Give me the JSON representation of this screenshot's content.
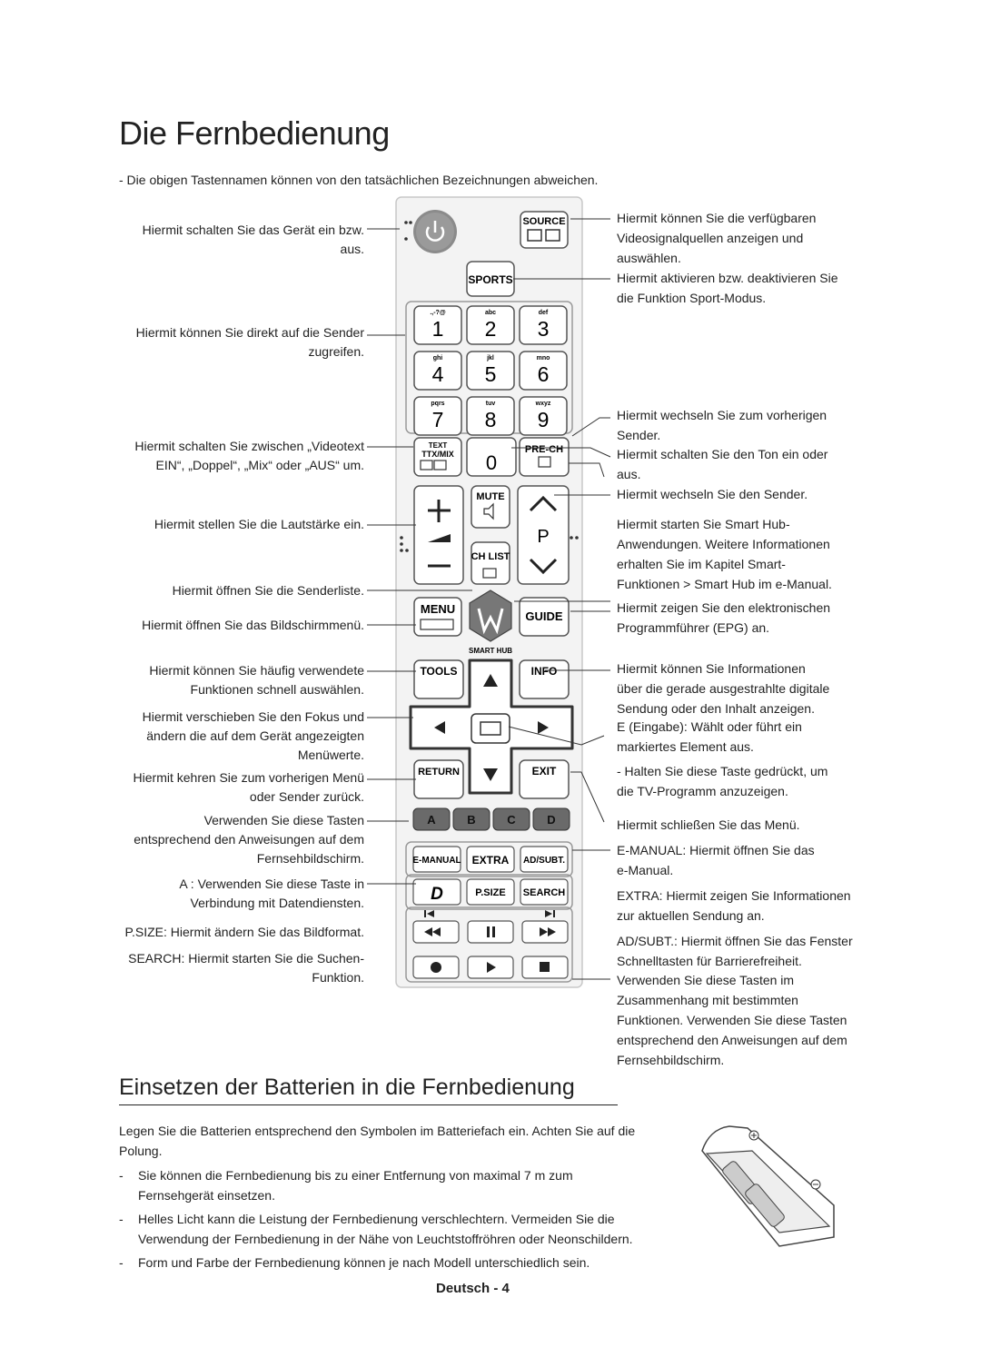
{
  "title": "Die Fernbedienung",
  "intro_note": "-   Die obigen Tastennamen können von den tatsächlichen Bezeichnungen abweichen.",
  "left_labels": [
    {
      "lines": [
        "Hiermit schalten Sie das Gerät ein bzw.",
        "aus."
      ]
    },
    {
      "lines": [
        "Hiermit können Sie direkt auf die Sender",
        "zugreifen."
      ]
    },
    {
      "lines": [
        "Hiermit schalten Sie zwischen „Videotext",
        "EIN“, „Doppel“, „Mix“ oder „AUS“ um."
      ]
    },
    {
      "lines": [
        "Hiermit stellen Sie die Lautstärke ein."
      ]
    },
    {
      "lines": [
        "Hiermit öffnen Sie die Senderliste."
      ]
    },
    {
      "lines": [
        "Hiermit öffnen Sie das Bildschirmmenü."
      ]
    },
    {
      "lines": [
        "Hiermit können Sie häufig verwendete",
        "Funktionen schnell auswählen."
      ]
    },
    {
      "lines": [
        "Hiermit verschieben Sie den Fokus und",
        "ändern die auf dem Gerät angezeigten",
        "Menüwerte."
      ]
    },
    {
      "lines": [
        "Hiermit kehren Sie zum vorherigen Menü",
        "oder Sender zurück."
      ]
    },
    {
      "lines": [
        "Verwenden Sie diese Tasten",
        "entsprechend den Anweisungen auf dem",
        "Fernsehbildschirm."
      ]
    },
    {
      "lines": [
        "A  : Verwenden Sie diese Taste in",
        "Verbindung mit Datendiensten."
      ]
    },
    {
      "lines": [
        "P.SIZE: Hiermit ändern Sie das Bildformat."
      ]
    },
    {
      "lines": [
        "SEARCH: Hiermit starten Sie die Suchen-",
        "Funktion."
      ]
    }
  ],
  "right_labels": [
    {
      "lines": [
        "Hiermit können Sie die verfügbaren",
        "Videosignalquellen anzeigen und",
        "auswählen."
      ]
    },
    {
      "lines": [
        "Hiermit aktivieren bzw. deaktivieren Sie",
        "die Funktion Sport-Modus."
      ]
    },
    {
      "lines": [
        "Hiermit wechseln Sie zum vorherigen",
        "Sender."
      ]
    },
    {
      "lines": [
        "Hiermit schalten Sie den Ton ein oder",
        "aus."
      ]
    },
    {
      "lines": [
        "Hiermit wechseln Sie den Sender."
      ]
    },
    {
      "lines": [
        "Hiermit starten Sie Smart Hub-",
        "Anwendungen. Weitere Informationen",
        "erhalten Sie im Kapitel Smart-",
        "Funktionen > Smart Hub im e-Manual."
      ]
    },
    {
      "lines": [
        "Hiermit zeigen Sie den elektronischen",
        "Programmführer (EPG) an."
      ]
    },
    {
      "lines": [
        "Hiermit können Sie Informationen",
        "über die gerade ausgestrahlte digitale",
        "Sendung oder den Inhalt anzeigen."
      ]
    },
    {
      "lines": [
        "E    (Eingabe): Wählt oder führt ein",
        "markiertes Element aus."
      ]
    },
    {
      "lines": [
        "-   Halten Sie diese Taste gedrückt, um",
        "    die TV-Programm anzuzeigen."
      ]
    },
    {
      "lines": [
        "Hiermit schließen Sie das Menü."
      ]
    },
    {
      "lines": [
        "E-MANUAL: Hiermit öffnen Sie das",
        "e-Manual."
      ]
    },
    {
      "lines": [
        "EXTRA: Hiermit zeigen Sie Informationen",
        "zur aktuellen Sendung an."
      ]
    },
    {
      "lines": [
        "AD/SUBT.: Hiermit öffnen Sie das Fenster",
        "Schnelltasten für Barrierefreiheit."
      ]
    },
    {
      "lines": [
        "Verwenden Sie diese Tasten im",
        "Zusammenhang mit bestimmten",
        "Funktionen. Verwenden Sie diese Tasten",
        "entsprechend den Anweisungen auf dem",
        "Fernsehbildschirm."
      ]
    }
  ],
  "remote": {
    "source": "SOURCE",
    "sports": "SPORTS",
    "digits": [
      {
        "num": "1",
        "sub": ".,-?@"
      },
      {
        "num": "2",
        "sub": "abc"
      },
      {
        "num": "3",
        "sub": "def"
      },
      {
        "num": "4",
        "sub": "ghi"
      },
      {
        "num": "5",
        "sub": "jkl"
      },
      {
        "num": "6",
        "sub": "mno"
      },
      {
        "num": "7",
        "sub": "pqrs"
      },
      {
        "num": "8",
        "sub": "tuv"
      },
      {
        "num": "9",
        "sub": "wxyz"
      }
    ],
    "text": "TEXT",
    "ttx": "TTX/MIX",
    "zero": "0",
    "prech": "PRE-CH",
    "mute": "MUTE",
    "chlist": "CH LIST",
    "p": "P",
    "menu": "MENU",
    "guide": "GUIDE",
    "smarthub": "SMART HUB",
    "tools": "TOOLS",
    "info": "INFO",
    "return": "RETURN",
    "exit": "EXIT",
    "colors": [
      "A",
      "B",
      "C",
      "D"
    ],
    "emanual": "E-MANUAL",
    "extra": "EXTRA",
    "adsubt": "AD/SUBT.",
    "psize": "P.SIZE",
    "search": "SEARCH"
  },
  "section2_title": "Einsetzen der Batterien in die Fernbedienung",
  "section2_body": [
    "Legen Sie die Batterien entsprechend den Symbolen im Batteriefach ein. Achten Sie auf die",
    "Polung."
  ],
  "bullets": [
    [
      "Sie können die Fernbedienung bis zu einer Entfernung von maximal 7 m zum",
      "Fernsehgerät einsetzen."
    ],
    [
      "Helles Licht kann die Leistung der Fernbedienung verschlechtern. Vermeiden Sie die",
      "Verwendung der Fernbedienung in der Nähe von Leuchtstoffröhren oder Neonschildern."
    ],
    [
      "Form und Farbe der Fernbedienung können je nach Modell unterschiedlich sein."
    ]
  ],
  "footer": "Deutsch - 4"
}
